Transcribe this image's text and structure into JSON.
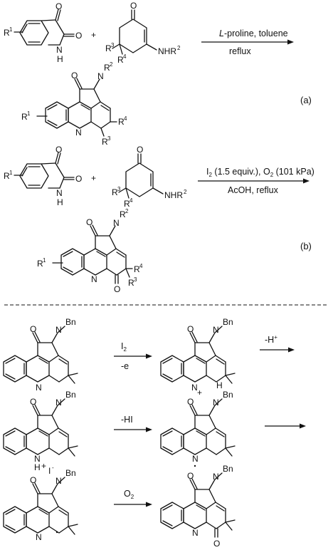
{
  "scheme_a": {
    "isatin_R": "R",
    "isatin_O_top": "O",
    "isatin_O_amide": "O",
    "isatin_N": "N",
    "isatin_H": "H",
    "plus": "+",
    "enamine_O": "O",
    "enamine_R3": "R",
    "enamine_R4": "R",
    "enamine_NHR": "NHR",
    "cond_above_italic": "L",
    "cond_above_rest": "-proline, toluene",
    "cond_below": "reflux",
    "product_O": "O",
    "product_N": "N",
    "product_R2": "R",
    "product_R1": "R",
    "product_N_ring": "N",
    "product_R4": "R",
    "product_R3": "R",
    "label": "(a)"
  },
  "scheme_b": {
    "isatin_R": "R",
    "isatin_O_top": "O",
    "isatin_O_amide": "O",
    "isatin_N": "N",
    "isatin_H": "H",
    "plus": "+",
    "enamine_O": "O",
    "enamine_R3": "R",
    "enamine_R4": "R",
    "enamine_NHR": "NHR",
    "cond_above": "I",
    "cond_above_mid": " (1.5 equiv.), O",
    "cond_above_end": " (101 kPa)",
    "cond_below": "AcOH, reflux",
    "product_O": "O",
    "product_N": "N",
    "product_R2": "R",
    "product_R1": "R",
    "product_N_ring": "N",
    "product_O_ketone": "O",
    "product_R4": "R",
    "product_R3": "R",
    "label": "(b)"
  },
  "superscripts": {
    "one": "1",
    "two": "2",
    "three": "3",
    "four": "4"
  },
  "mechanism": {
    "bn": "Bn",
    "o": "O",
    "n": "N",
    "step1_above": "I",
    "step1_sub": "2",
    "step1_below": "-e",
    "step2_above": "-H",
    "step2_sup": "+",
    "step3_above": "-HI",
    "step5_above": "O",
    "step5_sub": "2",
    "radical_cation_plus": "+",
    "h_label": "H",
    "iodide": "I",
    "iodide_sup": "-",
    "plus_sign": "+"
  },
  "colors": {
    "ink": "#111111",
    "background": "#ffffff"
  }
}
